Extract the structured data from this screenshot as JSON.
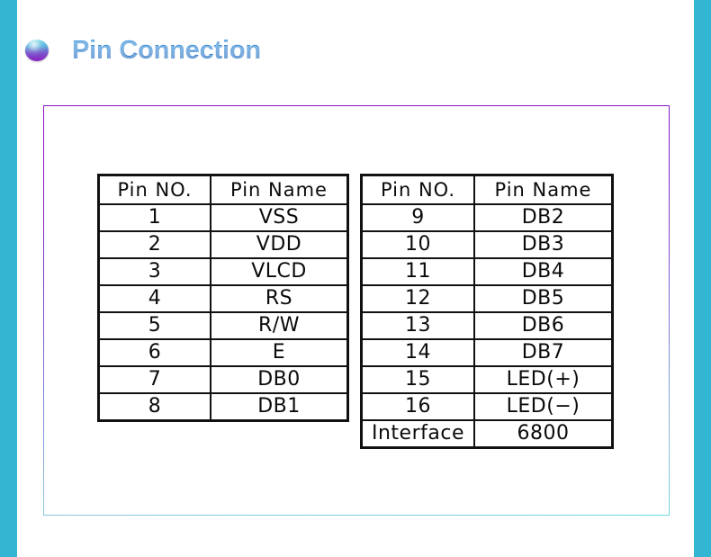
{
  "slide": {
    "title": "Pin Connection",
    "bullet_icon": "sphere-bullet-icon",
    "accent_cyan": "#33b6d1",
    "accent_purple": "#8a18c4",
    "title_color": "#3a8bd4"
  },
  "tables": [
    {
      "id": "pin-table-left",
      "headers": [
        "Pin  NO.",
        "Pin  Name"
      ],
      "rows": [
        [
          "1",
          "VSS"
        ],
        [
          "2",
          "VDD"
        ],
        [
          "3",
          "VLCD"
        ],
        [
          "4",
          "RS"
        ],
        [
          "5",
          "R/W"
        ],
        [
          "6",
          "E"
        ],
        [
          "7",
          "DB0"
        ],
        [
          "8",
          "DB1"
        ]
      ]
    },
    {
      "id": "pin-table-right",
      "headers": [
        "Pin  NO.",
        "Pin  Name"
      ],
      "rows": [
        [
          "9",
          "DB2"
        ],
        [
          "10",
          "DB3"
        ],
        [
          "11",
          "DB4"
        ],
        [
          "12",
          "DB5"
        ],
        [
          "13",
          "DB6"
        ],
        [
          "14",
          "DB7"
        ],
        [
          "15",
          "LED(+)"
        ],
        [
          "16",
          "LED(−)"
        ],
        [
          "Interface",
          "6800"
        ]
      ]
    }
  ]
}
